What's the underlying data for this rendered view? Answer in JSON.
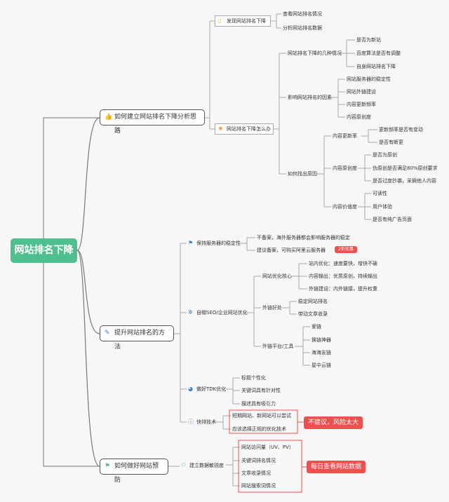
{
  "root": "网站排名下降",
  "branch1": {
    "title": "如何建立网站排名下降分析思路",
    "icon": "thumbs-up-icon",
    "find": {
      "label": "发现网站排名下降",
      "icon": "phone-icon",
      "items": [
        "查看网站排名情况",
        "分析网站排名数据"
      ]
    },
    "howto": {
      "label": "网站排名下降怎么办",
      "icon": "sun-icon",
      "situations": {
        "label": "网站排名下降的几种情况",
        "items": [
          "是否为新站",
          "百度算法是否有调整",
          "自身网站排名下降"
        ]
      },
      "factors": {
        "label": "影响网站排名的因素",
        "items": [
          "网站服务器的稳定性",
          "网站外链建设",
          "内容更新频率",
          "内容原创度"
        ]
      },
      "causes": {
        "label": "如何找出原因",
        "groups": [
          {
            "label": "内容更新率",
            "items": [
              "更新频率是否有变动",
              "是否有断更"
            ]
          },
          {
            "label": "内容原创度",
            "items": [
              "是否为原创",
              "伪原创是否满足80%原创要求",
              "是否过度抄袭，采摘他人内容"
            ]
          },
          {
            "label": "内容价值度",
            "items": [
              "可读性",
              "用户体验",
              "是否有纯广告页面"
            ]
          }
        ]
      }
    }
  },
  "branch2": {
    "title": "提升网站排名的方法",
    "icon": "pencil-icon",
    "server": {
      "label": "保持服务器的稳定性",
      "icon": "flag-icon",
      "items": [
        "不备案，海外服务器都会影响服务器的稳定",
        "建议备案，可购买阿里云服务器"
      ],
      "badge": "2折优惠"
    },
    "seo": {
      "label": "自帽SEO/企业网站优化",
      "icon": "gear-icon",
      "core": {
        "label": "网站优化核心",
        "items": [
          "站内优化：速度要快，增快不破",
          "内容输出：优质原创，持续输出",
          "外链建设：内外链接，提升权重"
        ]
      },
      "benefits": {
        "label": "外链好处",
        "items": [
          "稳定网站排名",
          "带动文章收录"
        ]
      },
      "platforms": {
        "label": "外链平台/工具",
        "items": [
          "爱链",
          "换链神器",
          "海海友链",
          "星中云链"
        ]
      }
    },
    "tdk": {
      "label": "做好TDK优化",
      "icon": "pie-icon",
      "items": [
        "标题个性化",
        "关键词具有针对性",
        "描述具有吸引力"
      ]
    },
    "tricks": {
      "label": "快排技术",
      "icon": "info-icon",
      "items": [
        "短期网站、新网站可以尝试",
        "应该选择正规的优化技术"
      ],
      "callout": "不建议，风险太大"
    }
  },
  "branch3": {
    "title": "如何做好网站预防",
    "icon": "flag-icon",
    "monitor": {
      "label": "建立数据敏锐度",
      "icon": "people-icon",
      "items": [
        "网站访问量（UV、PV）",
        "关键词排名情况",
        "文章收录情况",
        "网站搜索词情况"
      ],
      "callout": "每日查看网站数据"
    }
  },
  "colors": {
    "root": "#4fc08d",
    "accent": "#ef4f4f",
    "line": "#aaaaaa"
  }
}
